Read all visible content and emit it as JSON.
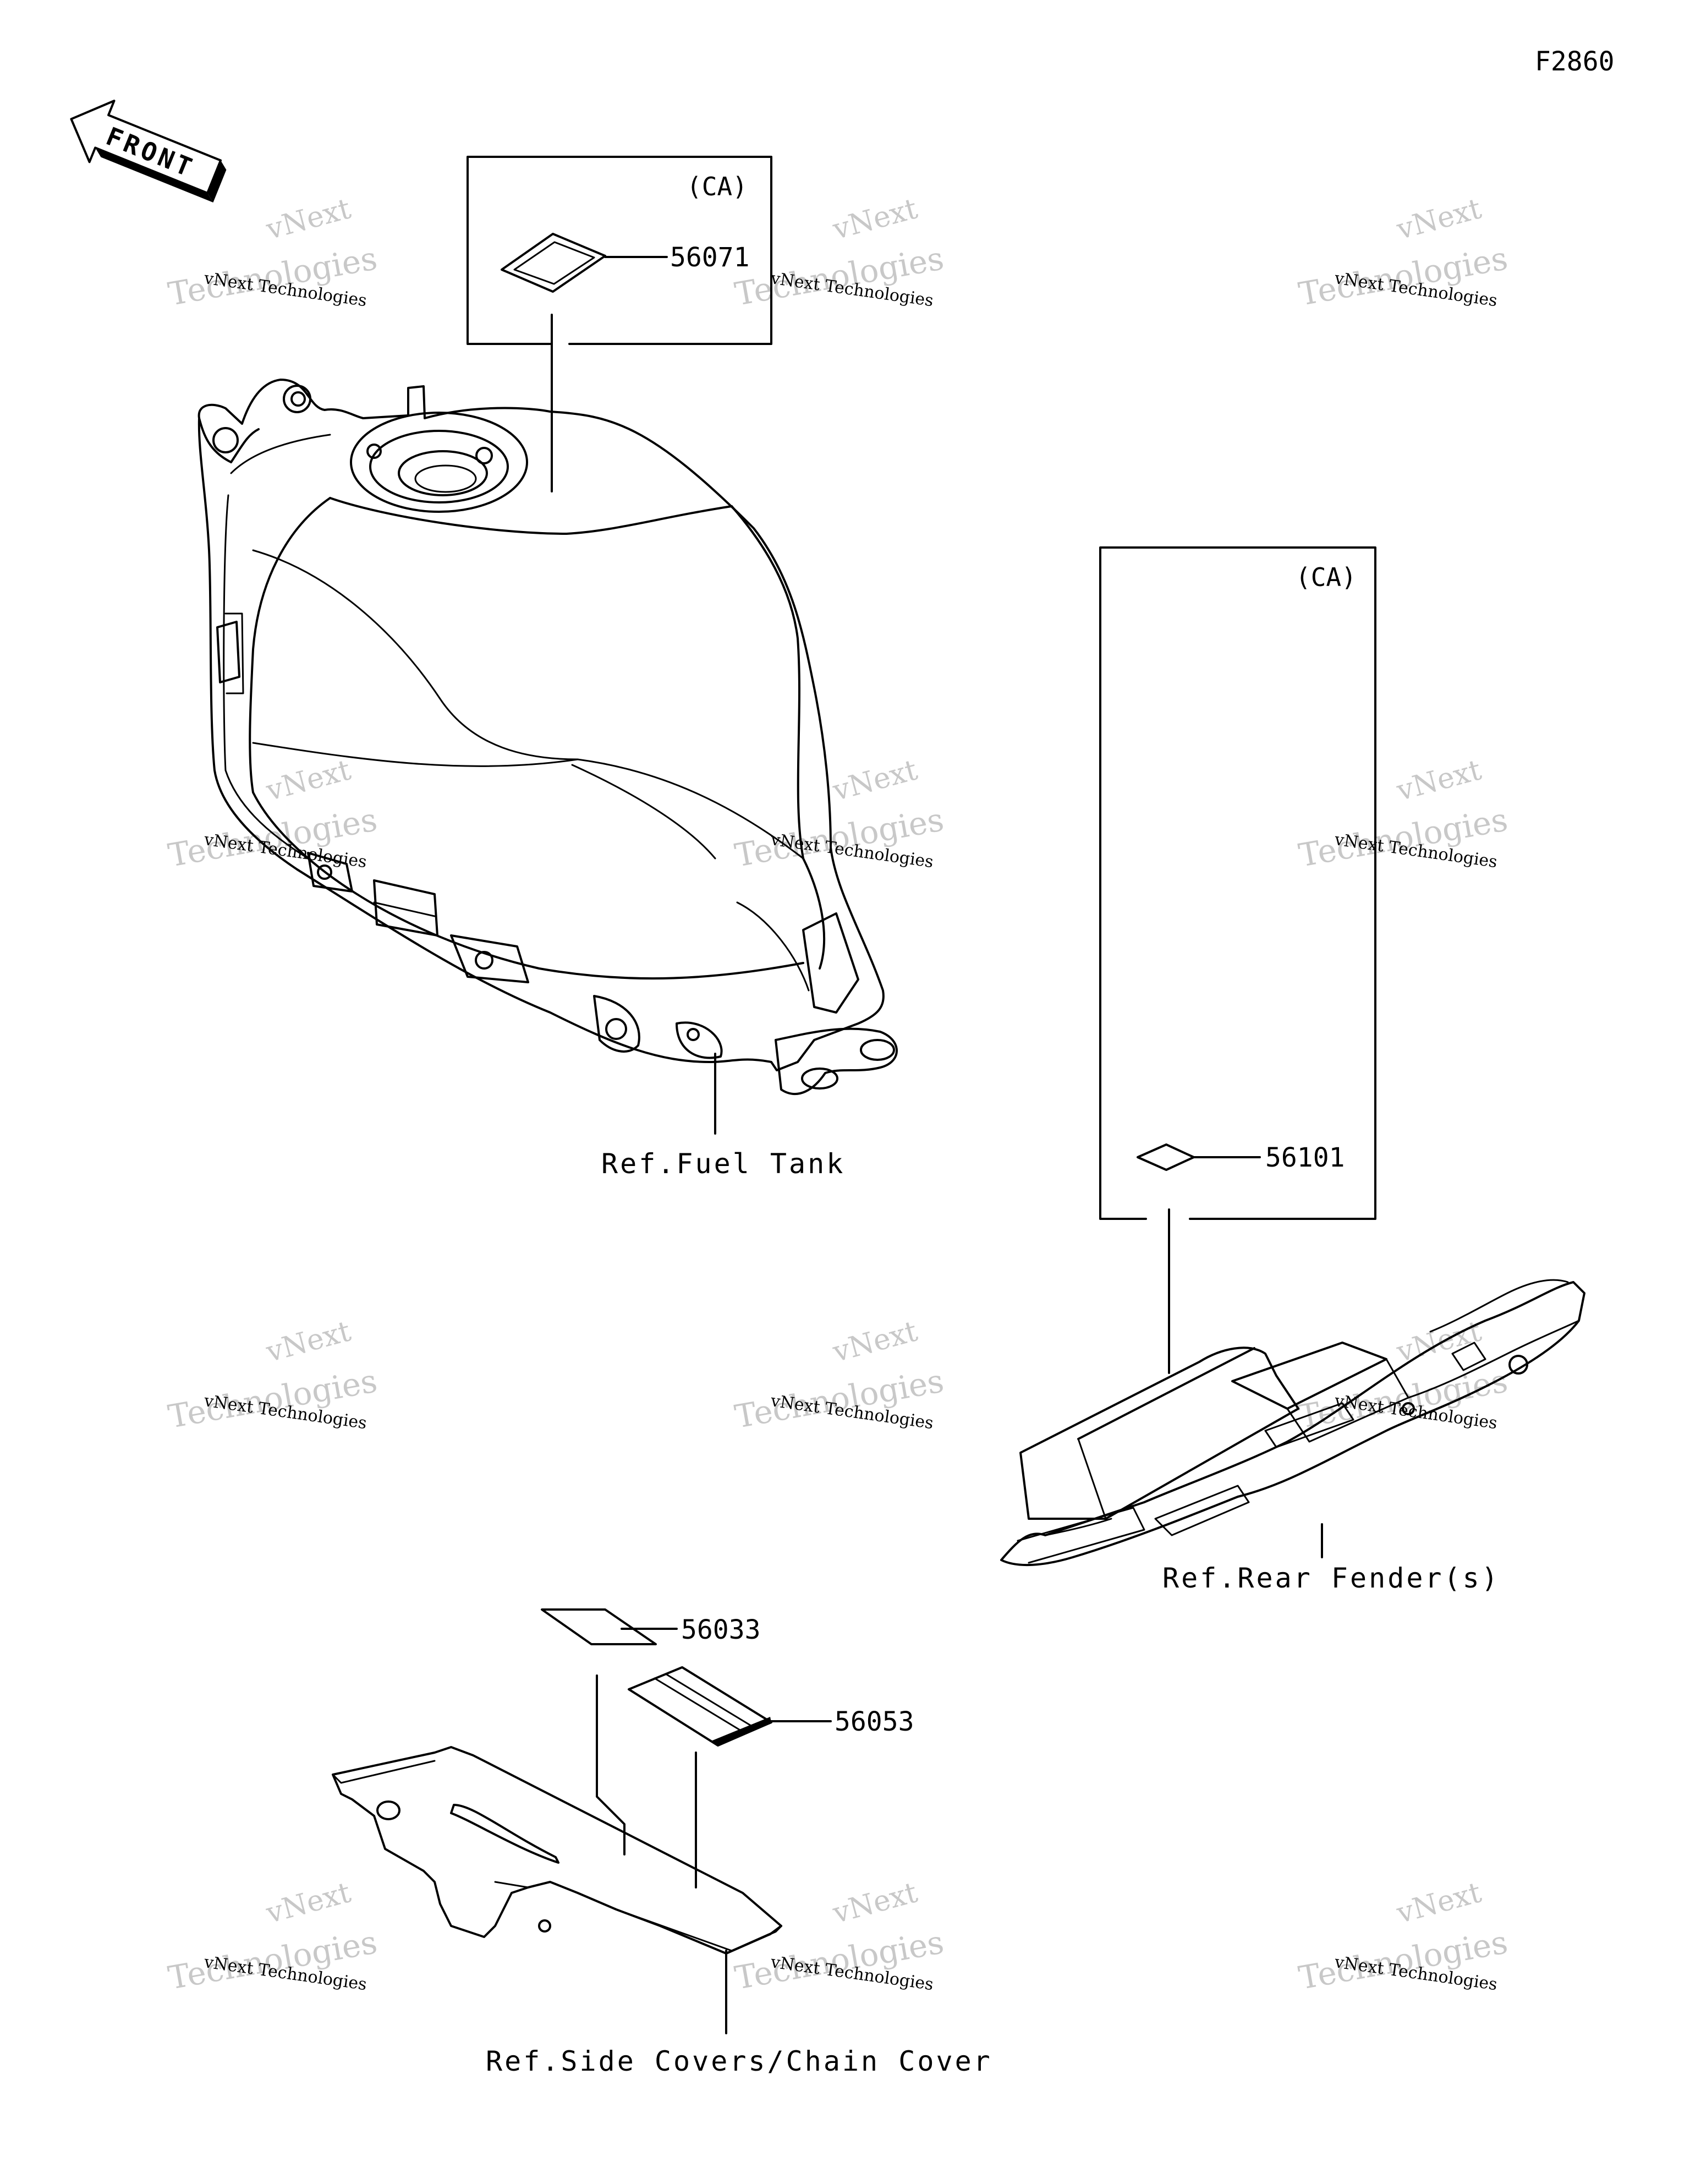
{
  "figure_code": "F2860",
  "front_label": "FRONT",
  "colors": {
    "line": "#000000",
    "watermark": "#c8c8c8",
    "background": "#ffffff"
  },
  "boxes": [
    {
      "region": "CA",
      "region_label": "(CA)",
      "part_number": "56071"
    },
    {
      "region": "CA",
      "region_label": "(CA)",
      "part_number": "56101"
    }
  ],
  "parts": [
    {
      "part_number": "56033"
    },
    {
      "part_number": "56053"
    }
  ],
  "references": {
    "fuel_tank": "Ref.Fuel Tank",
    "rear_fender": "Ref.Rear Fender(s)",
    "side_covers": "Ref.Side Covers/Chain Cover"
  },
  "watermark": {
    "line1": "vNext",
    "line2": "vNext Technologies",
    "line3": "Technologies"
  }
}
